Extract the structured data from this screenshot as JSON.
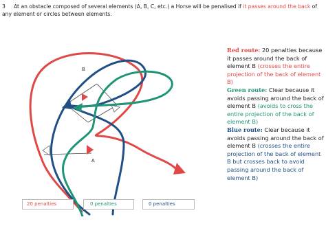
{
  "intro": {
    "bullet": "3",
    "text_before": "At an obstacle composed of several elements (A, B, C, etc.) a Horse will be penalised if",
    "highlight": "it passes around the back",
    "text_after": "of any element or circles between elements."
  },
  "diagram": {
    "label_a": "A",
    "label_b": "B"
  },
  "legend": {
    "red": {
      "heading": "Red route:",
      "text": "20 penalties because it passes around the back of element B",
      "note": "(crosses the entire projection of the back of element B)"
    },
    "green": {
      "heading": "Green route:",
      "text": "Clear because it avoids passing around the back of element B",
      "note": "(avoids to cross the entire projection of the back of element B)"
    },
    "blue": {
      "heading": "Blue route:",
      "text": "Clear because it avoids passing around the back of element B",
      "note": "(crosses the entire projection of the back of element B but crosses back to avoid passing around the back of element B)"
    }
  },
  "penalty_boxes": {
    "red": "20 penalties",
    "green": "0 penalties",
    "blue": "0 penalties"
  },
  "colors": {
    "red": "#e04848",
    "green": "#1f9477",
    "blue": "#1f4f85"
  }
}
